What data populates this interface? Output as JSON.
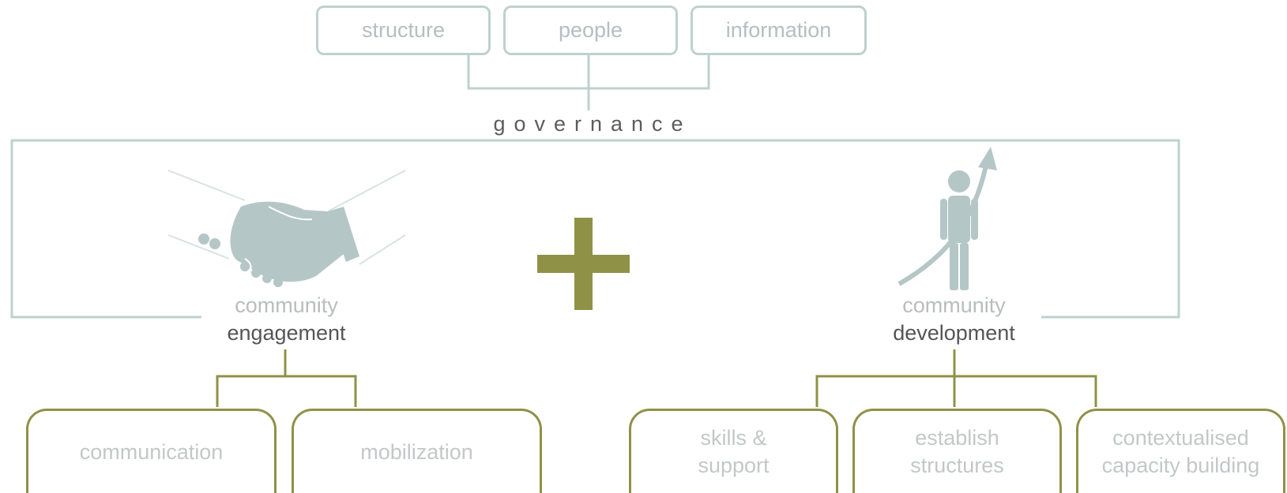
{
  "governance": {
    "title": "governance",
    "boxes": [
      "structure",
      "people",
      "information"
    ]
  },
  "engagement": {
    "line1": "community",
    "line2": "engagement",
    "children": [
      "communication",
      "mobilization"
    ]
  },
  "development": {
    "line1": "community",
    "line2": "development",
    "children": [
      {
        "line1": "skills &",
        "line2": "support"
      },
      {
        "line1": "establish",
        "line2": "structures"
      },
      {
        "line1": "contextualised",
        "line2": "capacity building"
      }
    ]
  },
  "colors": {
    "frame": "#bfd0d0",
    "icon": "#b5c6c6",
    "olive": "#8f9147",
    "plus": "#8f9147",
    "muted_text": "#b9bdbf",
    "dark_text": "#555555"
  },
  "icons": [
    "handshake-icon",
    "plus-icon",
    "person-growth-arrow-icon"
  ]
}
